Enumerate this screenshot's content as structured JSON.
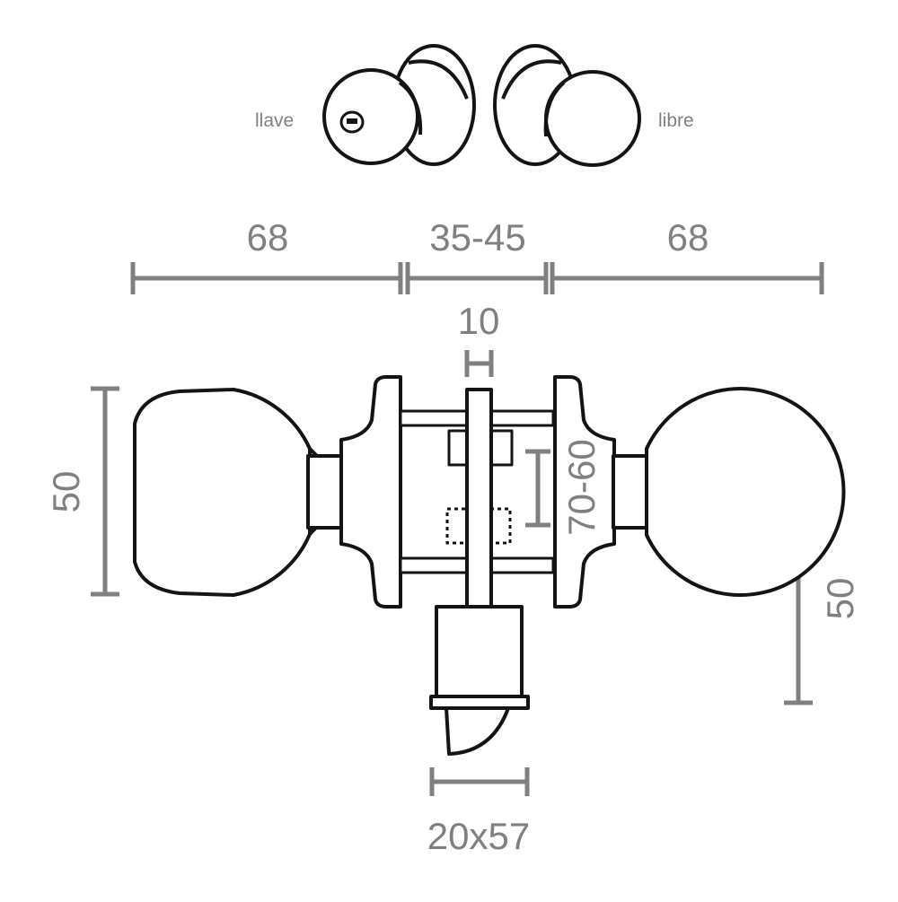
{
  "labels": {
    "key_variant": "llave",
    "free_variant": "libre"
  },
  "dimensions": {
    "knob_length_left": "68",
    "door_thickness": "35-45",
    "knob_length_right": "68",
    "spindle_width": "10",
    "knob_diameter_left": "50",
    "backset": "70-60",
    "knob_diameter_right": "50",
    "faceplate": "20x57"
  },
  "colors": {
    "ink": "#141414",
    "dimension": "#808080",
    "background": "#ffffff"
  }
}
